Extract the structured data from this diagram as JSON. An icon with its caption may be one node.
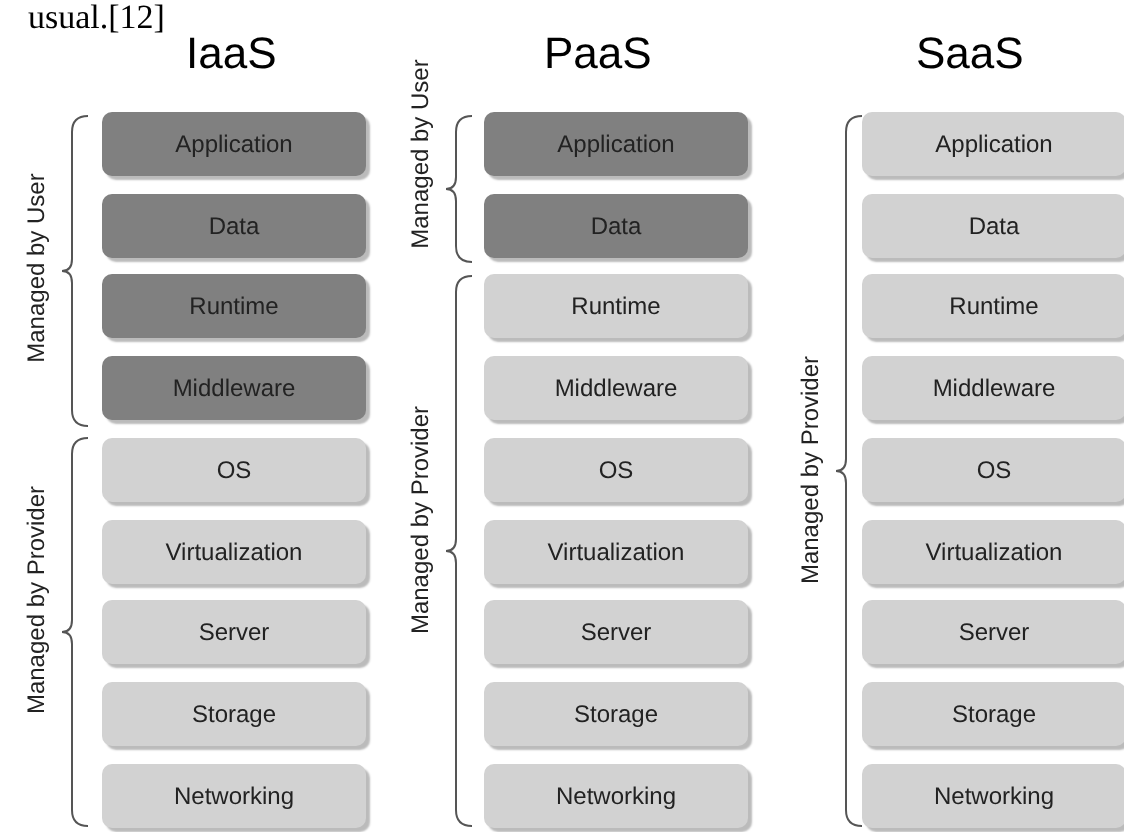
{
  "diagram": {
    "nodes": [
      {
        "text": [
          "Application"
        ]
      },
      {
        "text": [
          "Data"
        ]
      },
      {
        "text": [
          "Runtime"
        ]
      },
      {
        "text": [
          "Middleware"
        ]
      },
      {
        "text": [
          "OS"
        ]
      },
      {
        "text": [
          "Virtualization"
        ]
      },
      {
        "text": [
          "Server"
        ]
      },
      {
        "text": [
          "Storage"
        ]
      },
      {
        "text": [
          "Networking"
        ]
      },
      {
        "text": [
          "Application"
        ]
      },
      {
        "text": [
          "Data"
        ]
      },
      {
        "text": [
          "Runtime"
        ]
      },
      {
        "text": [
          "Middleware"
        ]
      },
      {
        "text": [
          "OS"
        ]
      },
      {
        "text": [
          "Virtualization"
        ]
      },
      {
        "text": [
          "Server"
        ]
      },
      {
        "text": [
          "Storage"
        ]
      },
      {
        "text": [
          "Networking"
        ]
      },
      {
        "text": [
          "Application"
        ]
      },
      {
        "text": [
          "Data"
        ]
      },
      {
        "text": [
          "Runtime"
        ]
      },
      {
        "text": [
          "Middleware"
        ]
      },
      {
        "text": [
          "OS"
        ]
      },
      {
        "text": [
          "Virtualization"
        ]
      },
      {
        "text": [
          "Server"
        ]
      },
      {
        "text": [
          "Storage"
        ]
      },
      {
        "text": [
          "Networking"
        ]
      }
    ],
    "labels": [
      "usual.[12]",
      "IaaS",
      "PaaS",
      "SaaS",
      "Managed by User",
      "Managed by Provider",
      "Managed by User",
      "Managed by Provider",
      "Managed by Provider"
    ]
  }
}
